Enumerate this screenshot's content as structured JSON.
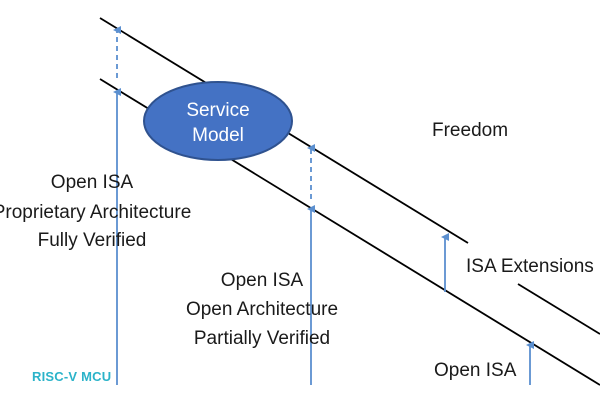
{
  "colors": {
    "line": "#000000",
    "arrow": "#5b8fcf",
    "ellipse_fill": "#4472c4",
    "ellipse_stroke": "#2f528f",
    "text": "#1a1a1a",
    "watermark": "#2bb3c9"
  },
  "ellipse": {
    "line1": "Service",
    "line2": "Model"
  },
  "labels": {
    "freedom": "Freedom",
    "isa_extensions": "ISA Extensions",
    "open_isa_bottom": "Open ISA",
    "left_block": {
      "line1": "Open ISA",
      "line2": "Proprietary Architecture",
      "line3": "Fully Verified"
    },
    "middle_block": {
      "line1": "Open ISA",
      "line2": "Open Architecture",
      "line3": "Partially Verified"
    }
  },
  "watermark": "RISC-V MCU"
}
